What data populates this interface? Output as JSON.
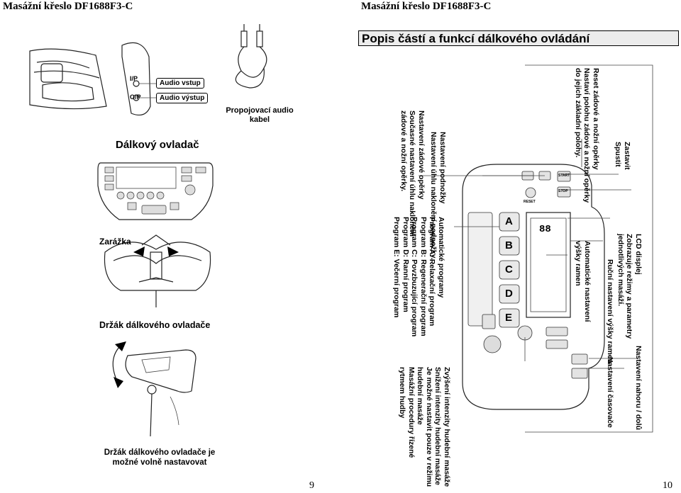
{
  "header": {
    "left_title": "Masážní křeslo DF1688F3-C",
    "right_title": "Masážní křeslo DF1688F3-C"
  },
  "footer": {
    "left_page": "9",
    "right_page": "10"
  },
  "left_page": {
    "audio_in": "Audio vstup",
    "audio_out": "Audio výstup",
    "cable_label": "Propojovací audio kabel",
    "remote_label": "Dálkový ovladač",
    "latch_label": "Zarážka",
    "holder_label": "Držák dálkového ovladače",
    "holder_caption": "Držák dálkového ovladače je možné volně nastavovat",
    "jack_markers": [
      "I/P",
      "O/P"
    ]
  },
  "right_page": {
    "title": "Popis částí a funkcí dálkového ovládání",
    "callouts": {
      "reset": "Reset zádové a nožní opěrky\nNastaví polohu zádové a nožní opěrky\ndo jejich základní polohy.",
      "stop_start": "Zastavit\nSpustit",
      "footrest": "Nastavení podnožky\nNastavení úhlu naklonění podnožky.",
      "backrest": "Nastavení zádové opěrky\nSoučasné nastavení úhlu naklonění\nzádové a nožní opěrky.",
      "lcd": "LCD displej\nZobrazuje režimy a parametry\njednotlivých masáží.",
      "shoulder_manual": "Ruční nastavení výšky ramen",
      "shoulder_auto": "Automatické nastavení\nvýšky ramen",
      "programs": "Automatické programy\nProgram A: Relaxační program\nProgram B: Regenerační program\nProgram C: Povzbuzující program\nProgram D: Ranní program\nProgram E: Večerní program",
      "up_down": "Nastavení nahoru / dolů",
      "timer": "Nastavení časovače",
      "music": "Zvýšení intenzity hudební masáže\nSnížení intenzity hudební masáže\nJe možné nastavit pouze v režimu\nhudební masáže\nMasážní procedury řízené\nrytmem hudby"
    },
    "program_keys": [
      "A",
      "B",
      "C",
      "D",
      "E"
    ],
    "lcd_digits": "88",
    "remote_buttons": {
      "start": "START",
      "stop": "STOP",
      "reset": "RESET"
    }
  }
}
